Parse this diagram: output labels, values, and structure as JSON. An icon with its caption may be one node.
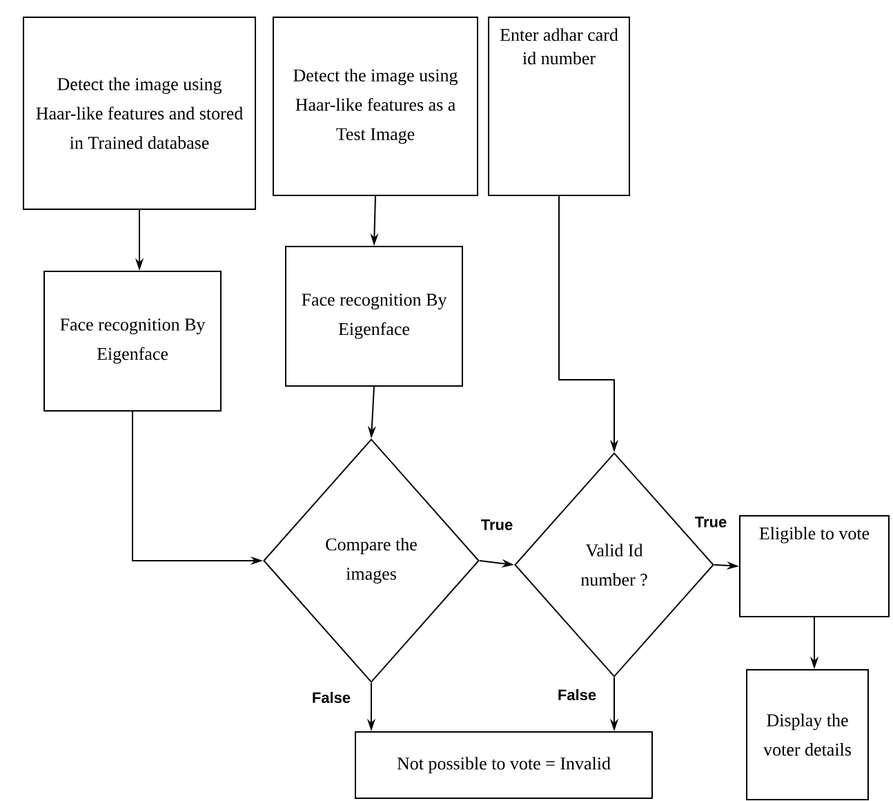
{
  "diagram": {
    "nodes": [
      {
        "text": [
          "Detect the image using Haar-like features and stored in Trained database"
        ]
      },
      {
        "text": [
          "Detect the image using Haar-like features as a Test Image"
        ]
      },
      {
        "text": [
          "Enter adhar card id number"
        ]
      },
      {
        "text": [
          "Face recognition By Eigenface"
        ]
      },
      {
        "text": [
          "Face recognition By Eigenface"
        ]
      },
      {
        "text": [
          "Compare the images"
        ]
      },
      {
        "text": [
          "Valid Id number ?"
        ]
      },
      {
        "text": [
          "Eligible to vote"
        ]
      },
      {
        "text": [
          "Display the voter details"
        ]
      },
      {
        "text": [
          "Not possible to vote = Invalid"
        ]
      }
    ],
    "edges": [
      {
        "from": 0,
        "to": 3,
        "arrow": "to"
      },
      {
        "from": 1,
        "to": 4,
        "arrow": "to"
      },
      {
        "from": 2,
        "to": 6,
        "arrow": "to"
      },
      {
        "from": 3,
        "to": 5,
        "arrow": "to"
      },
      {
        "from": 4,
        "to": 5,
        "arrow": "to"
      },
      {
        "from": 5,
        "to": 6,
        "arrow": "to",
        "label": "True"
      },
      {
        "from": 6,
        "to": 7,
        "arrow": "to",
        "label": "True"
      },
      {
        "from": 7,
        "to": 8,
        "arrow": "to"
      },
      {
        "from": 5,
        "to": 9,
        "arrow": "to",
        "label": "False"
      },
      {
        "from": 6,
        "to": 9,
        "arrow": "to",
        "label": "False"
      }
    ]
  }
}
